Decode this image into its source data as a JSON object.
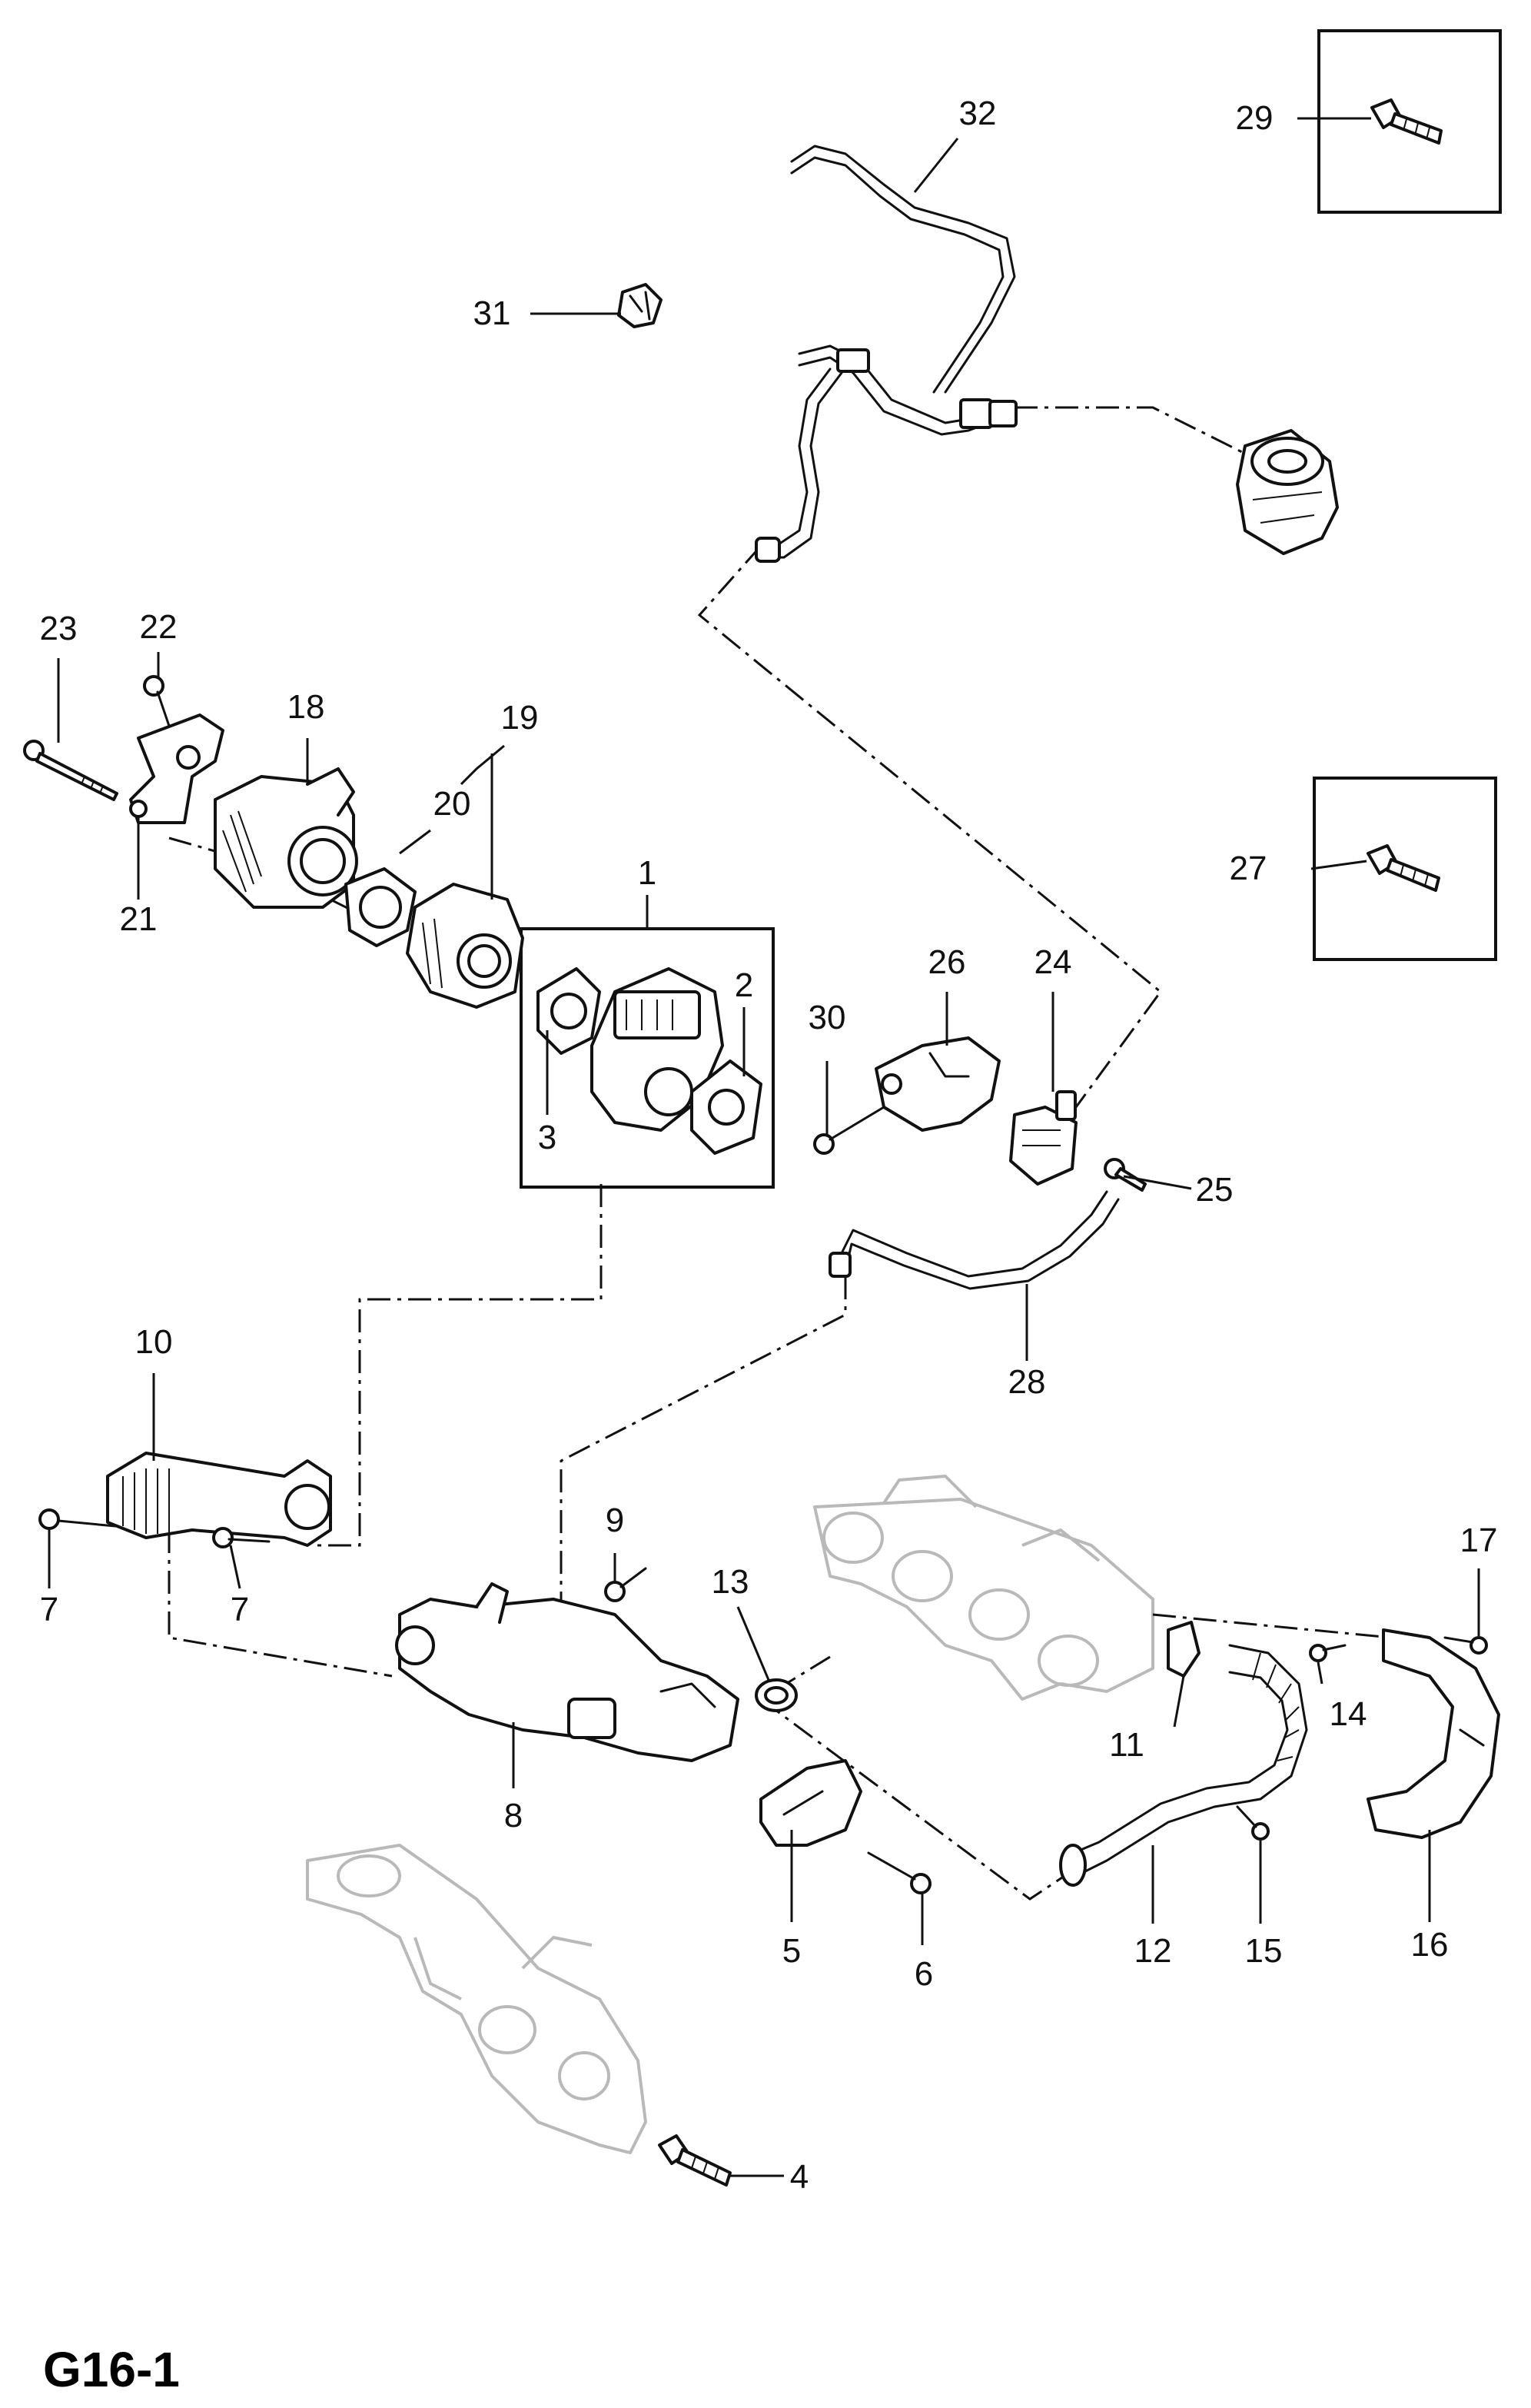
{
  "diagram": {
    "page_code": "G16-1",
    "callouts": [
      "1",
      "2",
      "3",
      "4",
      "5",
      "6",
      "7",
      "7",
      "8",
      "9",
      "10",
      "11",
      "12",
      "13",
      "14",
      "15",
      "16",
      "17",
      "18",
      "19",
      "20",
      "21",
      "22",
      "23",
      "24",
      "25",
      "26",
      "27",
      "28",
      "29",
      "30",
      "31",
      "32"
    ]
  }
}
